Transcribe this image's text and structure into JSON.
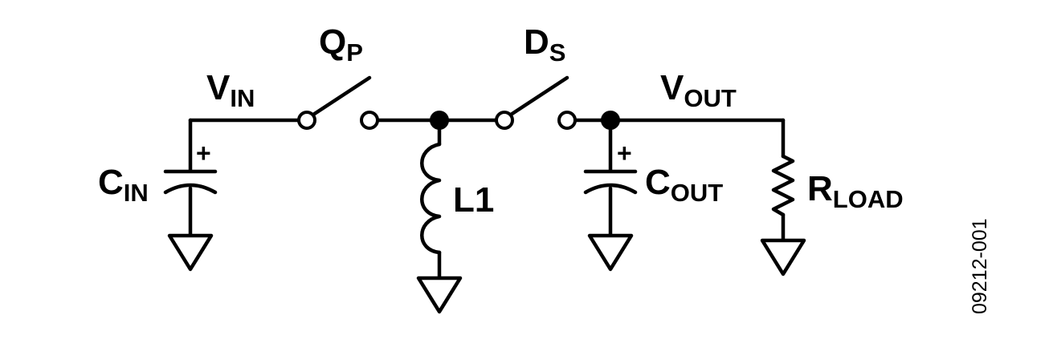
{
  "diagram": {
    "labels": {
      "qp": {
        "main": "Q",
        "sub": "P"
      },
      "ds": {
        "main": "D",
        "sub": "S"
      },
      "vin": {
        "main": "V",
        "sub": "IN"
      },
      "vout": {
        "main": "V",
        "sub": "OUT"
      },
      "cin": {
        "main": "C",
        "sub": "IN"
      },
      "cout": {
        "main": "C",
        "sub": "OUT"
      },
      "l1": "L1",
      "rload": {
        "main": "R",
        "sub": "LOAD"
      },
      "plus": "+"
    },
    "figure_id": "09212-001"
  }
}
